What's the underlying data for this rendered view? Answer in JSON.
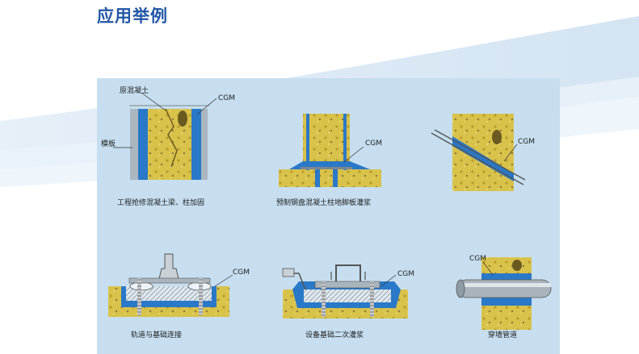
{
  "title": "应用举例",
  "colors": {
    "title": "#2257a6",
    "panel_bg": "#c6deef",
    "concrete": "#d9c24a",
    "grout": "#2a78c8",
    "steel": "#9aa6b0"
  },
  "diagrams": [
    {
      "caption": "工程抢修混凝土梁、柱加固",
      "labels": [
        "原混凝土",
        "CGM",
        "模板"
      ]
    },
    {
      "caption": "预制钢盘混凝土柱地脚板灌浆",
      "labels": [
        "CGM"
      ]
    },
    {
      "caption": "",
      "labels": [
        "CGM"
      ]
    },
    {
      "caption": "轨道与基础连接",
      "labels": [
        "CGM"
      ]
    },
    {
      "caption": "设备基础二次灌浆",
      "labels": [
        "CGM"
      ]
    },
    {
      "caption": "穿墙管道",
      "labels": [
        "CGM"
      ]
    }
  ]
}
